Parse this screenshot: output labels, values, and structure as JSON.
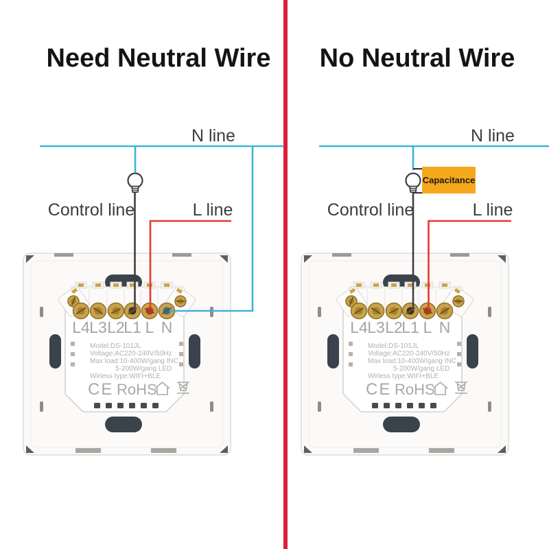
{
  "colors": {
    "divider": "#D91F3B",
    "n_line": "#3EB4DA",
    "l_line": "#E6392F",
    "control_line": "#3F3F3F",
    "capacitance_bg": "#F5A81C"
  },
  "left_panel": {
    "title": "Need Neutral Wire",
    "n_line_label": "N line",
    "control_line_label": "Control line",
    "l_line_label": "L line"
  },
  "right_panel": {
    "title": "No Neutral Wire",
    "n_line_label": "N line",
    "control_line_label": "Control line",
    "l_line_label": "L line",
    "capacitance_label": "Capacitance"
  },
  "device": {
    "terminals": [
      "L4",
      "L3",
      "L2",
      "L1",
      "L",
      "N"
    ],
    "specs": [
      "Model:DS-101JL",
      "Voltage:AC220-240V/50Hz",
      "Max load:10-400W/gang  INC",
      "5-200W/gang  LED",
      "Wirless type:WIFI+BLE"
    ],
    "ce_label": "CE",
    "rohs_label": "RoHS",
    "icons": [
      "bulb-icon",
      "house-icon",
      "weee-bin-icon"
    ]
  }
}
